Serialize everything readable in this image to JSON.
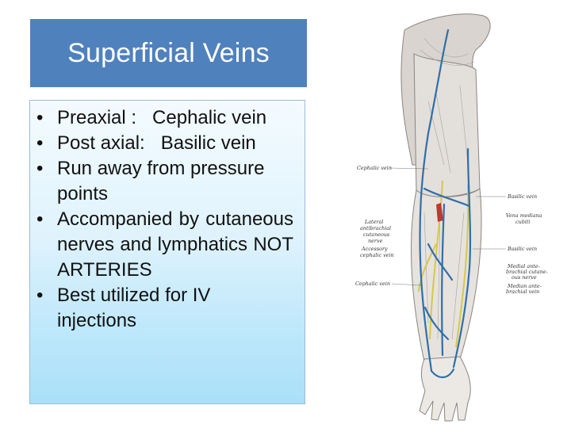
{
  "slide": {
    "title": "Superficial Veins",
    "bullets": [
      {
        "text": "Preaxial :   Cephalic vein"
      },
      {
        "text": "Post axial:   Basilic vein"
      },
      {
        "text": "Run away from pressure points"
      },
      {
        "text": "Accompanied by cutaneous nerves and lymphatics NOT ARTERIES"
      },
      {
        "text": "Best utilized for IV injections"
      }
    ],
    "bullet_glyph": "•"
  },
  "figure": {
    "labels_left": {
      "cephalic_top": "Cephalic vein",
      "lateral_1": "Lateral",
      "lateral_2": "antibrachial",
      "lateral_3": "cutaneous",
      "lateral_4": "nerve",
      "accessory_1": "Accessory",
      "accessory_2": "cephalic vein",
      "cephalic_bottom": "Cephalic vein"
    },
    "labels_right": {
      "basilic_top": "Basilic vein",
      "mediana_1": "Vena mediana",
      "mediana_2": "cubiti",
      "basilic_mid": "Basilic vein",
      "medial_1": "Medial ante-",
      "medial_2": "brachial cutane-",
      "medial_3": "ous nerve",
      "median_1": "Median ante-",
      "median_2": "brachial vein"
    },
    "colors": {
      "vein": "#2f6fa8",
      "nerve": "#d6c84a",
      "artery": "#c0392b",
      "muscle": "#c9c4bf",
      "skin": "#e9e6e2"
    }
  }
}
